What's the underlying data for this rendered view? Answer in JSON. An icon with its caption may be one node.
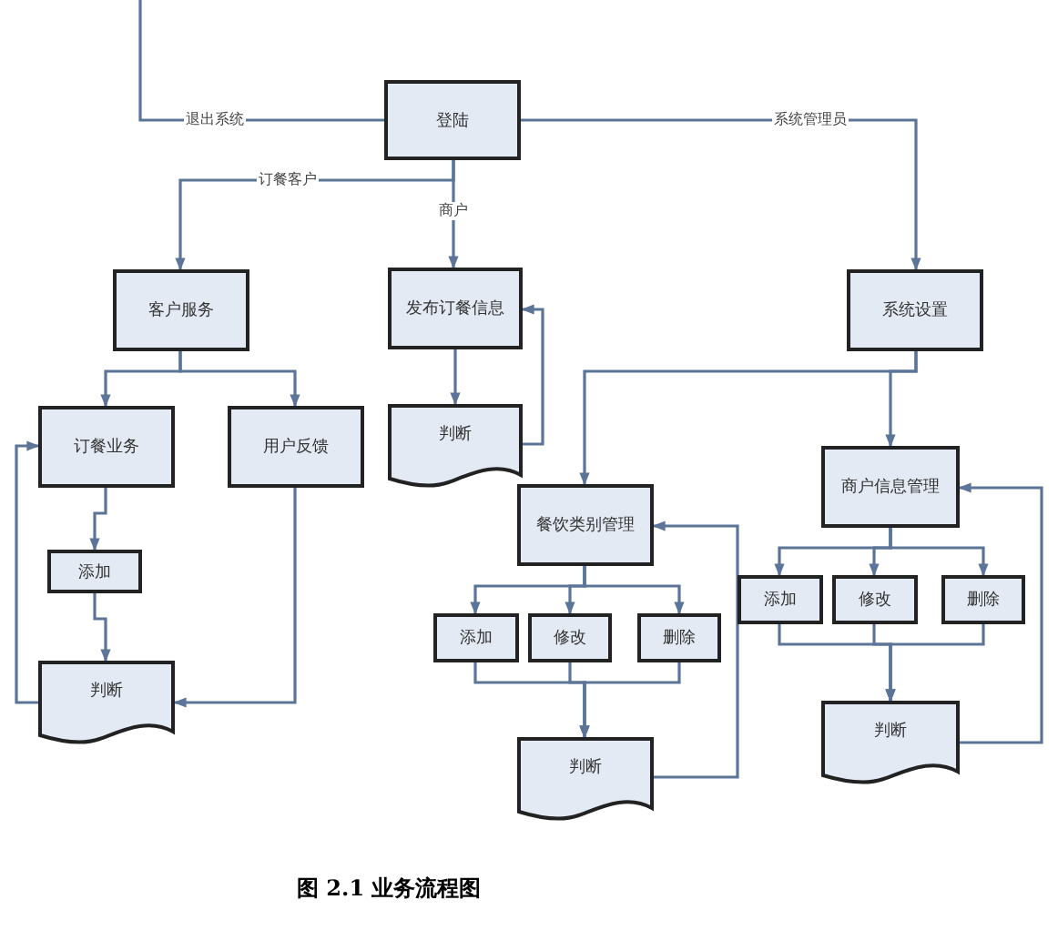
{
  "diagram": {
    "caption": "图 2.1 业务流程图",
    "nodes": [
      {
        "text": [
          "登陆"
        ]
      },
      {
        "text": [
          "客户服务"
        ]
      },
      {
        "text": [
          "发布订餐信息"
        ]
      },
      {
        "text": [
          "系统设置"
        ]
      },
      {
        "text": [
          "订餐业务"
        ]
      },
      {
        "text": [
          "用户反馈"
        ]
      },
      {
        "text": [
          "判断"
        ]
      },
      {
        "text": [
          "添加"
        ]
      },
      {
        "text": [
          "判断"
        ]
      },
      {
        "text": [
          "餐饮类别管理"
        ]
      },
      {
        "text": [
          "商户信息管理"
        ]
      },
      {
        "text": [
          "添加"
        ]
      },
      {
        "text": [
          "修改"
        ]
      },
      {
        "text": [
          "删除"
        ]
      },
      {
        "text": [
          "添加"
        ]
      },
      {
        "text": [
          "修改"
        ]
      },
      {
        "text": [
          "删除"
        ]
      },
      {
        "text": [
          "判断"
        ]
      },
      {
        "text": [
          "判断"
        ]
      }
    ],
    "edges": [
      {
        "from": 0,
        "to": null,
        "arrow": "none",
        "label": "退出系统"
      },
      {
        "from": 0,
        "to": 1,
        "arrow": "to",
        "label": "订餐客户"
      },
      {
        "from": 0,
        "to": 2,
        "arrow": "to",
        "label": "商户"
      },
      {
        "from": 0,
        "to": 3,
        "arrow": "to",
        "label": "系统管理员"
      },
      {
        "from": 1,
        "to": 4,
        "arrow": "to"
      },
      {
        "from": 1,
        "to": 5,
        "arrow": "to"
      },
      {
        "from": 2,
        "to": 6,
        "arrow": "to"
      },
      {
        "from": 6,
        "to": 2,
        "arrow": "to"
      },
      {
        "from": 4,
        "to": 7,
        "arrow": "to"
      },
      {
        "from": 7,
        "to": 8,
        "arrow": "to"
      },
      {
        "from": 8,
        "to": 4,
        "arrow": "to"
      },
      {
        "from": 5,
        "to": 8,
        "arrow": "to"
      },
      {
        "from": 3,
        "to": 9,
        "arrow": "to"
      },
      {
        "from": 3,
        "to": 10,
        "arrow": "to"
      },
      {
        "from": 9,
        "to": 11,
        "arrow": "to"
      },
      {
        "from": 9,
        "to": 12,
        "arrow": "to"
      },
      {
        "from": 9,
        "to": 13,
        "arrow": "to"
      },
      {
        "from": 11,
        "to": 17,
        "arrow": "to"
      },
      {
        "from": 12,
        "to": 17,
        "arrow": "to"
      },
      {
        "from": 13,
        "to": 17,
        "arrow": "to"
      },
      {
        "from": 17,
        "to": 9,
        "arrow": "to"
      },
      {
        "from": 10,
        "to": 14,
        "arrow": "to"
      },
      {
        "from": 10,
        "to": 15,
        "arrow": "to"
      },
      {
        "from": 10,
        "to": 16,
        "arrow": "to"
      },
      {
        "from": 14,
        "to": 18,
        "arrow": "to"
      },
      {
        "from": 15,
        "to": 18,
        "arrow": "to"
      },
      {
        "from": 16,
        "to": 18,
        "arrow": "to"
      },
      {
        "from": 18,
        "to": 10,
        "arrow": "to"
      }
    ]
  }
}
